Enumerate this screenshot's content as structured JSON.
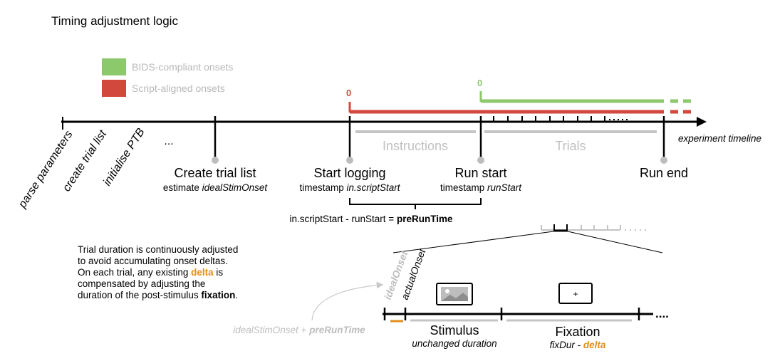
{
  "title": "Timing adjustment logic",
  "legend": {
    "bids": {
      "label": "BIDS-compliant onsets",
      "color": "#8cc86c"
    },
    "script": {
      "label": "Script-aligned onsets",
      "color": "#d2483c"
    }
  },
  "colors": {
    "accent_orange": "#e08f1c",
    "grey": "#c4c4c4"
  },
  "zero_red": "0",
  "zero_green": "0",
  "timeline_label": "experiment timeline",
  "setup_steps": [
    "parse parameters",
    "create trial list",
    "initialise PTB",
    "..."
  ],
  "events": {
    "create_trial_list": {
      "title": "Create trial list",
      "sub_prefix": "estimate ",
      "sub_italic": "idealStimOnset"
    },
    "start_logging": {
      "title": "Start logging",
      "sub_prefix": "timestamp ",
      "sub_italic": "in.scriptStart"
    },
    "run_start": {
      "title": "Run start",
      "sub_prefix": "timestamp ",
      "sub_italic": "runStart"
    },
    "run_end": {
      "title": "Run end"
    }
  },
  "phases": {
    "instructions": "Instructions",
    "trials": "Trials"
  },
  "equation": {
    "prefix": "in.scriptStart - runStart = ",
    "result": "preRunTime"
  },
  "description": {
    "line1": "Trial duration is continuously adjusted",
    "line2": "to avoid accumulating onset deltas.",
    "line3_prefix": "On each trial, any existing ",
    "line3_bold": "delta",
    "line3_suffix": " is",
    "line4": "compensated by adjusting the",
    "line5_prefix": "duration of the post-stimulus ",
    "line5_bold": "fixation",
    "line5_suffix": "."
  },
  "detail": {
    "ideal_onset": "idealOnset",
    "actual_onset": "actualOnset",
    "ideal_stim_prefix": "idealStimOnset + ",
    "ideal_stim_bold": "preRunTime",
    "stimulus": "Stimulus",
    "stimulus_sub": "unchanged duration",
    "fixation": "Fixation",
    "fixation_sub_prefix": "fixDur - ",
    "fixation_sub_bold": "delta",
    "fixation_symbol": "+",
    "ellipsis": "...."
  }
}
